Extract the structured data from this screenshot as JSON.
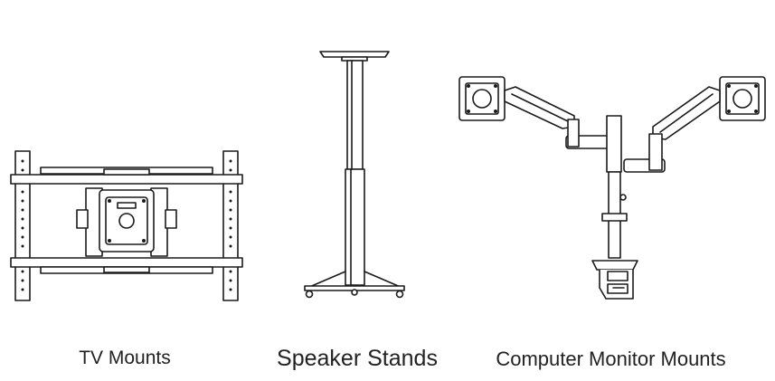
{
  "products": [
    {
      "id": "tv",
      "label": "TV Mounts",
      "icon": "tv-mount-icon"
    },
    {
      "id": "speaker",
      "label": "Speaker Stands",
      "icon": "speaker-stand-icon"
    },
    {
      "id": "monitor",
      "label": "Computer Monitor Mounts",
      "icon": "monitor-mount-icon"
    }
  ],
  "colors": {
    "background": "#ffffff",
    "line": "#1a1a1a",
    "text": "#222222"
  }
}
